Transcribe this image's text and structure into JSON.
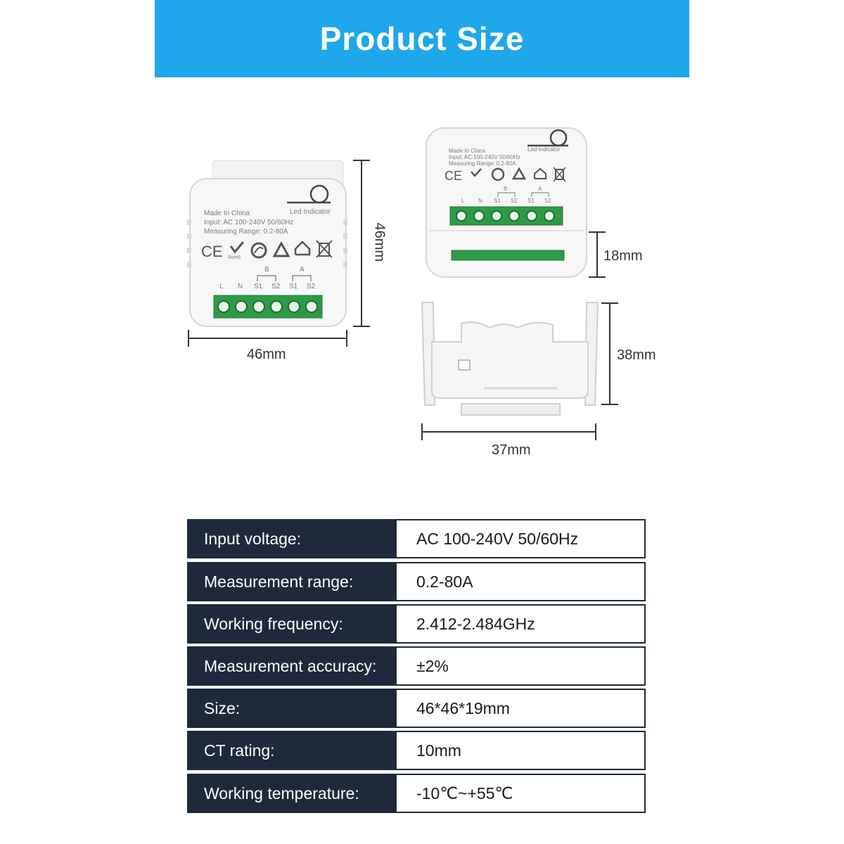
{
  "header": {
    "title": "Product Size"
  },
  "device_front": {
    "made_in": "Made In China",
    "input": "Input: AC 100-240V 50/60Hz",
    "range": "Measuring Range: 0.2-80A",
    "led_label": "Led Indicator",
    "group_b": "B",
    "group_a": "A",
    "terminals": [
      "L",
      "N",
      "S1",
      "S2",
      "S1",
      "S2"
    ]
  },
  "device_top": {
    "made_in": "Made In China",
    "input": "Input: AC 100-240V 50/60Hz",
    "range": "Measuring Range: 0.2-80A",
    "led_label": "Led Indicator",
    "group_b": "B",
    "group_a": "A",
    "terminals": [
      "L",
      "N",
      "S1",
      "S2",
      "S1",
      "S2"
    ]
  },
  "dimensions": {
    "front_height": "46mm",
    "front_width": "46mm",
    "depth": "18mm",
    "bracket_height": "38mm",
    "bracket_width": "37mm"
  },
  "specs": [
    {
      "label": "Input voltage:",
      "value": "AC 100-240V 50/60Hz"
    },
    {
      "label": "Measurement range:",
      "value": "0.2-80A"
    },
    {
      "label": "Working frequency:",
      "value": "2.412-2.484GHz"
    },
    {
      "label": "Measurement accuracy:",
      "value": "±2%"
    },
    {
      "label": "Size:",
      "value": "46*46*19mm"
    },
    {
      "label": "CT rating:",
      "value": "10mm"
    },
    {
      "label": "Working temperature:",
      "value": "-10℃~+55℃"
    }
  ],
  "colors": {
    "banner": "#1ea7ea",
    "table_label_bg": "#1e2a3b",
    "terminal_green": "#2e9a48"
  },
  "icons": [
    "ce-mark-icon",
    "rohs-check-icon",
    "green-dot-icon",
    "recycle-icon",
    "house-icon",
    "weee-bin-icon"
  ]
}
